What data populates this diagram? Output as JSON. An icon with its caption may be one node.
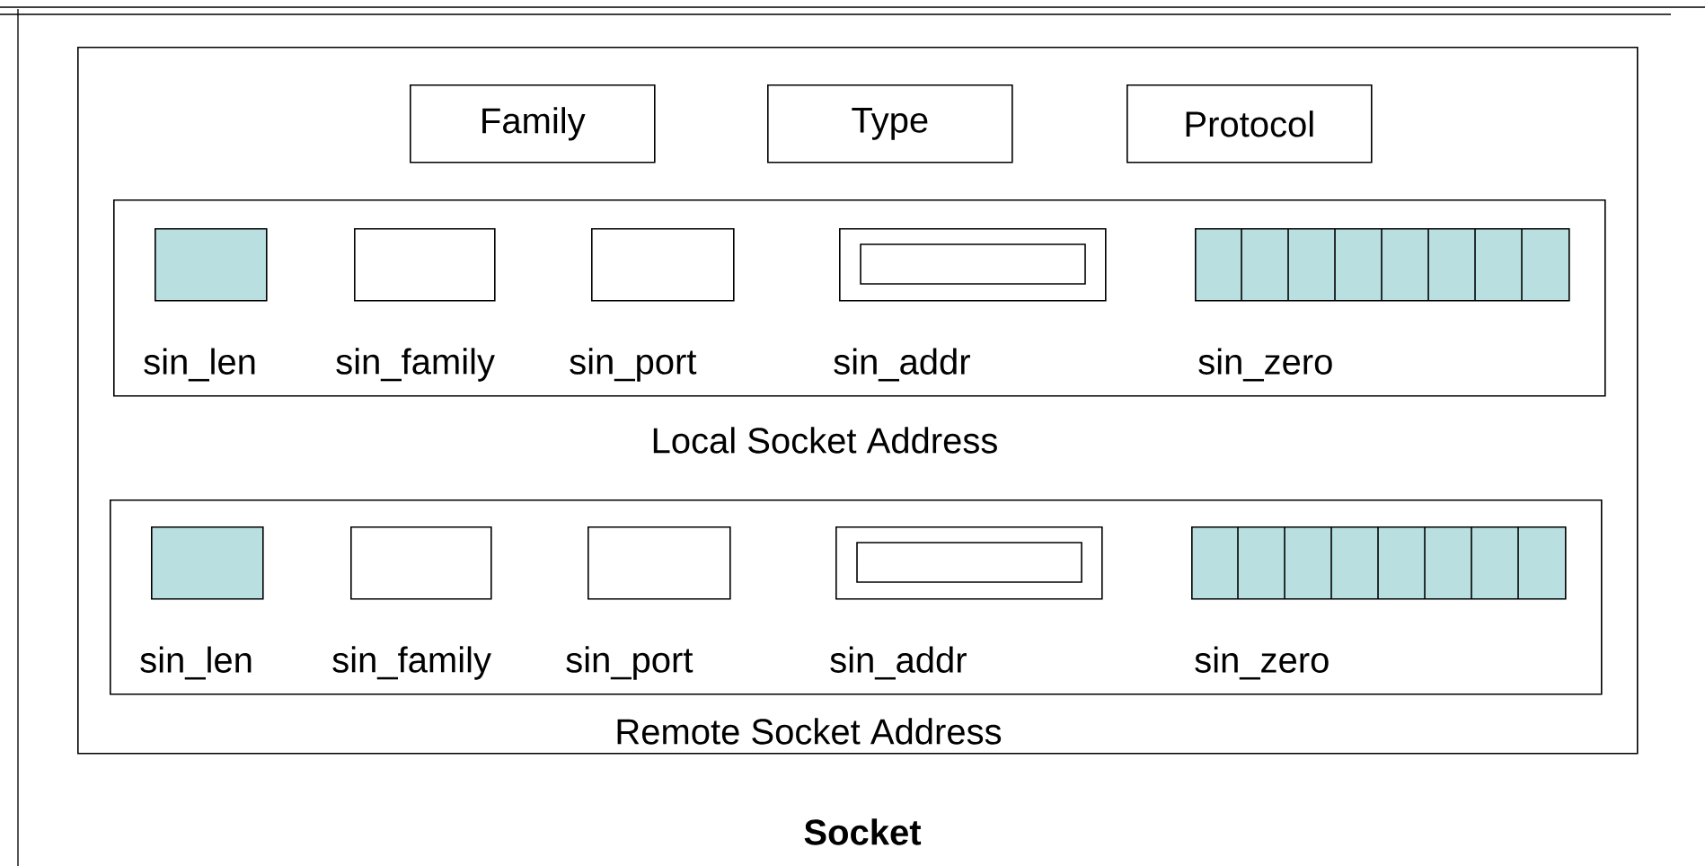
{
  "diagram": {
    "nodes": [
      {
        "text": [
          "Socket"
        ]
      },
      {
        "text": [
          "Family"
        ],
        "in": 0
      },
      {
        "text": [
          "Type"
        ],
        "in": 0
      },
      {
        "text": [
          "Protocol"
        ],
        "in": 0
      },
      {
        "text": [
          "Local Socket Address"
        ],
        "in": 0
      },
      {
        "text": [
          "sin_len"
        ],
        "in": 4
      },
      {
        "text": [
          "sin_family"
        ],
        "in": 4
      },
      {
        "text": [
          "sin_port"
        ],
        "in": 4
      },
      {
        "text": [
          "sin_addr"
        ],
        "in": 4
      },
      {
        "text": [
          "sin_zero"
        ],
        "in": 4
      },
      {
        "text": [
          "Remote Socket Address"
        ],
        "in": 0
      },
      {
        "text": [
          "sin_len"
        ],
        "in": 10
      },
      {
        "text": [
          "sin_family"
        ],
        "in": 10
      },
      {
        "text": [
          "sin_port"
        ],
        "in": 10
      },
      {
        "text": [
          "sin_addr"
        ],
        "in": 10
      },
      {
        "text": [
          "sin_zero"
        ],
        "in": 10
      }
    ]
  }
}
